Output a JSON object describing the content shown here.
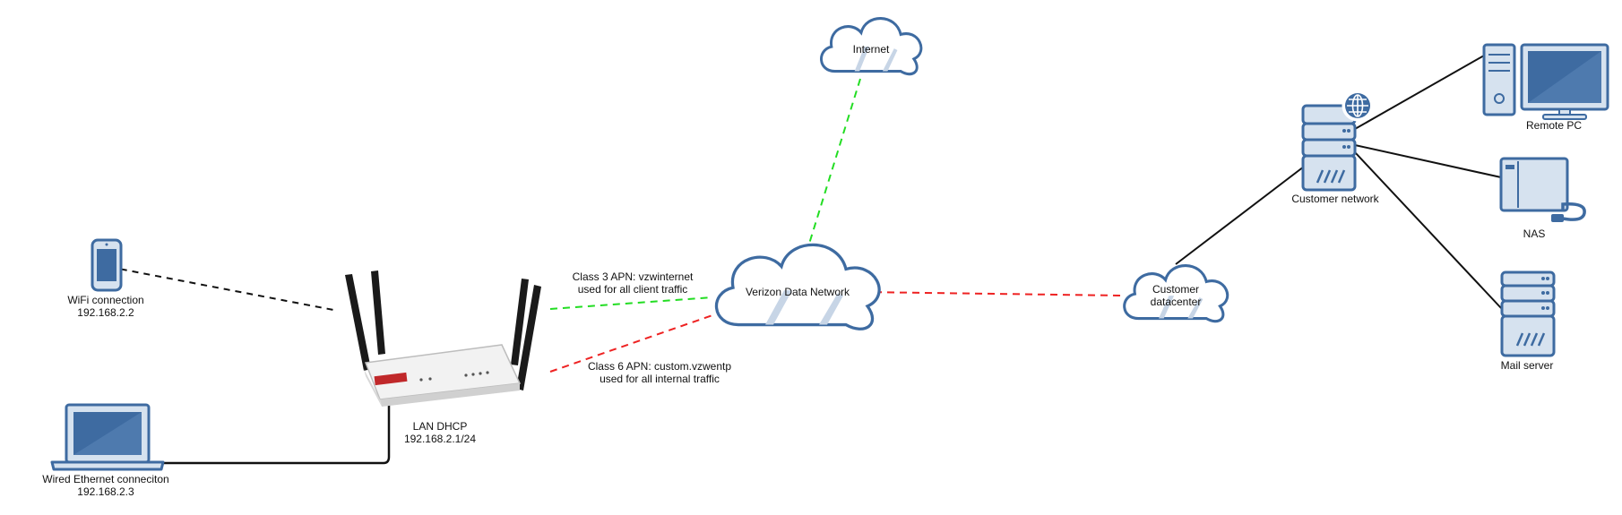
{
  "nodes": {
    "internet": {
      "label": "Internet"
    },
    "verizon": {
      "label": "Verizon Data Network"
    },
    "datacenter": {
      "line1": "Customer",
      "line2": "datacenter"
    },
    "customer_network": {
      "label": "Customer network"
    },
    "remote_pc": {
      "label": "Remote PC"
    },
    "nas": {
      "label": "NAS"
    },
    "mail_server": {
      "label": "Mail server"
    },
    "wifi_phone": {
      "line1": "WiFi connection",
      "line2": "192.168.2.2"
    },
    "laptop": {
      "line1": "Wired Ethernet conneciton",
      "line2": "192.168.2.3"
    },
    "router": {
      "line1": "LAN DHCP",
      "line2": "192.168.2.1/24"
    }
  },
  "links": {
    "apn_class3": {
      "line1": "Class 3 APN: vzwinternet",
      "line2": "used for all client traffic",
      "color": "#22dd22"
    },
    "apn_class6": {
      "line1": "Class 6 APN: custom.vzwentp",
      "line2": "used for all internal traffic",
      "color": "#ee2222"
    },
    "wifi_link_color": "#111111",
    "wired_link_color": "#111111"
  },
  "colors": {
    "icon_fill": "#d6e2ef",
    "icon_stroke": "#3e6ba1",
    "screen_blue": "#3e6ba1",
    "router_red": "#c0282a"
  }
}
